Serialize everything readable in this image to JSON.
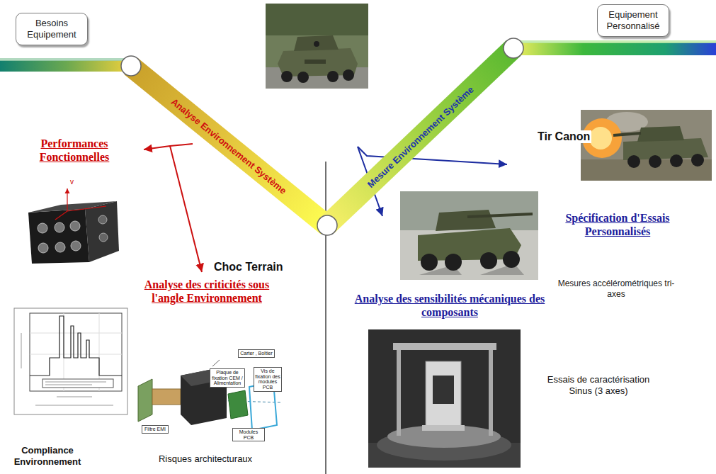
{
  "diagram": {
    "nodes": [
      {
        "text": [
          "Besoins Equipement"
        ]
      },
      {
        "text": [
          "Analyse Environnement Système"
        ]
      },
      {
        "text": [
          "Mesure Environnement Système"
        ]
      },
      {
        "text": [
          "Equipement Personnalisé"
        ]
      }
    ],
    "labels": [
      "Performances Fonctionnelles",
      "v",
      "Analyse des criticités sous l'angle Environnement",
      "Carter , Boîtier",
      "Plaque de fixation CEM / Alimentation",
      "Vis de fixation des modules PCB",
      "Filtre EMI",
      "Modules PCB",
      "Compliance Environnement",
      "Risques architecturaux",
      "Choc Terrain",
      "Tir Canon",
      "Spécification d'Essais Personnalisés",
      "Mesures accélérométriques tri-axes",
      "Analyse des sensibilités mécaniques des composants",
      "Essais de caractérisation Sinus (3 axes)"
    ]
  }
}
